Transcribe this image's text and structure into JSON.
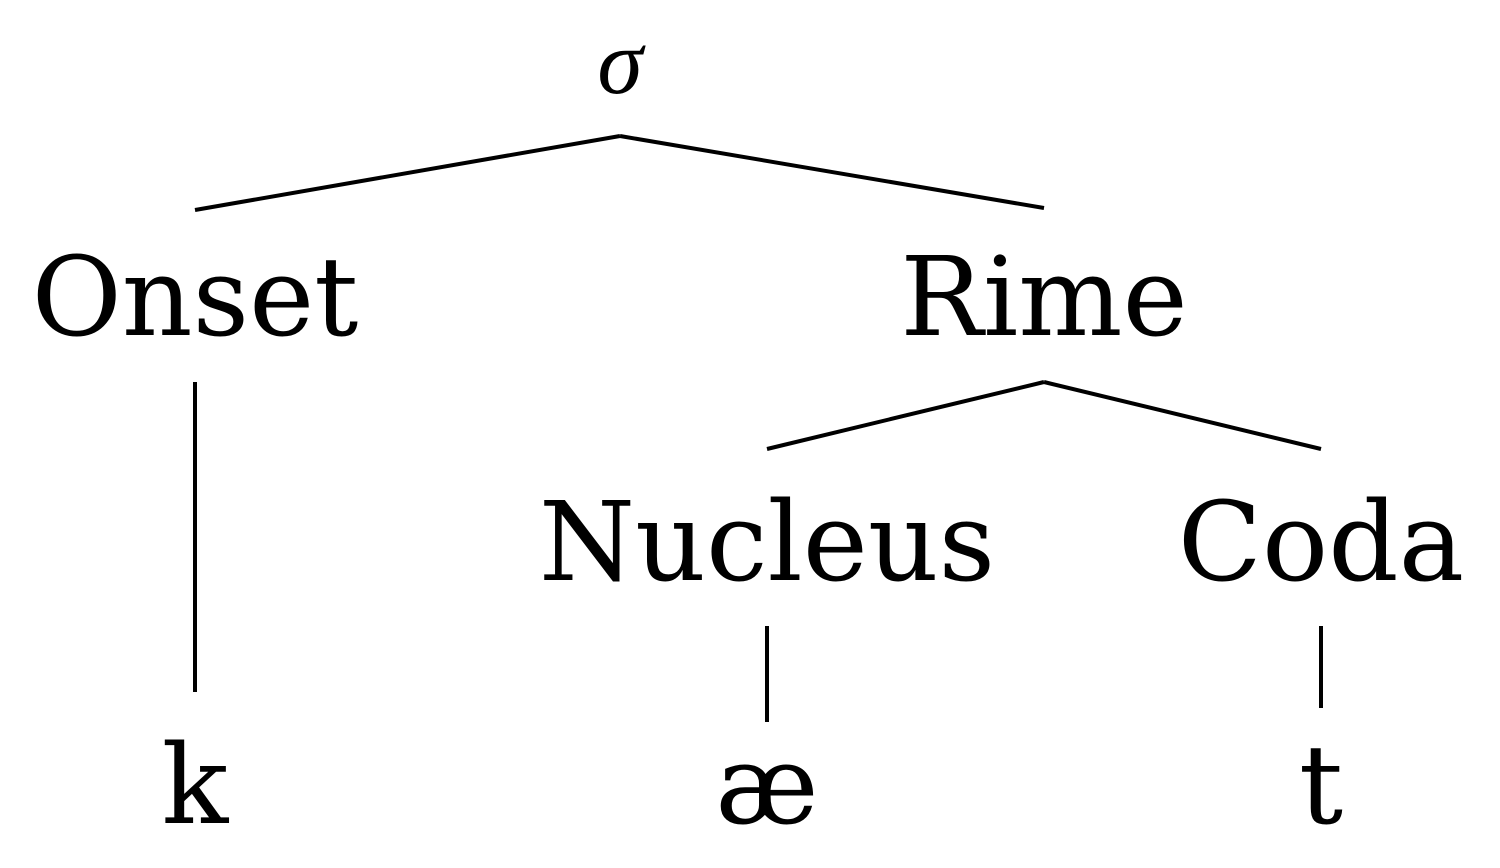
{
  "tree": {
    "root": {
      "label": "σ"
    },
    "onset": {
      "label": "Onset"
    },
    "rime": {
      "label": "Rime"
    },
    "nucleus": {
      "label": "Nucleus"
    },
    "coda": {
      "label": "Coda"
    },
    "segments": {
      "onset": "k",
      "nucleus": "æ",
      "coda": "t"
    }
  },
  "colors": {
    "line": "#000000",
    "text": "#000000",
    "background": "#ffffff"
  }
}
